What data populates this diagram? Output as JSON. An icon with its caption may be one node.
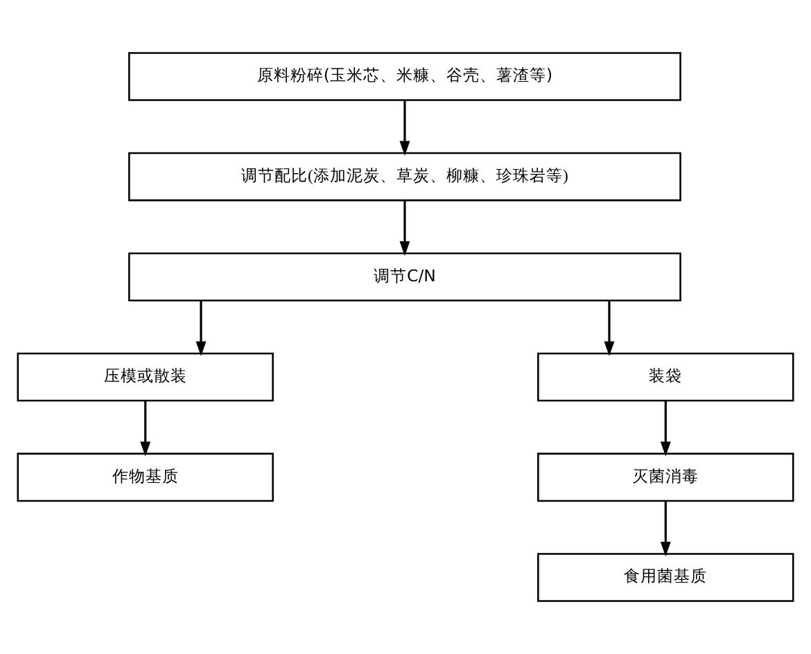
{
  "diagram": {
    "nodes": [
      {
        "text": [
          "原料粉碎(玉米芯、米糠、谷壳、薯渣等)"
        ]
      },
      {
        "text": [
          "调节配比(添加泥炭、草炭、柳糠、珍珠岩等)"
        ]
      },
      {
        "text": [
          "调节C/N"
        ]
      },
      {
        "text": [
          "压模或散装"
        ]
      },
      {
        "text": [
          "作物基质"
        ]
      },
      {
        "text": [
          "装袋"
        ]
      },
      {
        "text": [
          "灭菌消毒"
        ]
      },
      {
        "text": [
          "食用菌基质"
        ]
      }
    ],
    "edges": [
      {
        "from": 0,
        "to": 1,
        "arrow": "to"
      },
      {
        "from": 1,
        "to": 2,
        "arrow": "to"
      },
      {
        "from": 2,
        "to": 3,
        "arrow": "to"
      },
      {
        "from": 2,
        "to": 5,
        "arrow": "to"
      },
      {
        "from": 3,
        "to": 4,
        "arrow": "to"
      },
      {
        "from": 5,
        "to": 6,
        "arrow": "to"
      },
      {
        "from": 6,
        "to": 7,
        "arrow": "to"
      }
    ]
  }
}
